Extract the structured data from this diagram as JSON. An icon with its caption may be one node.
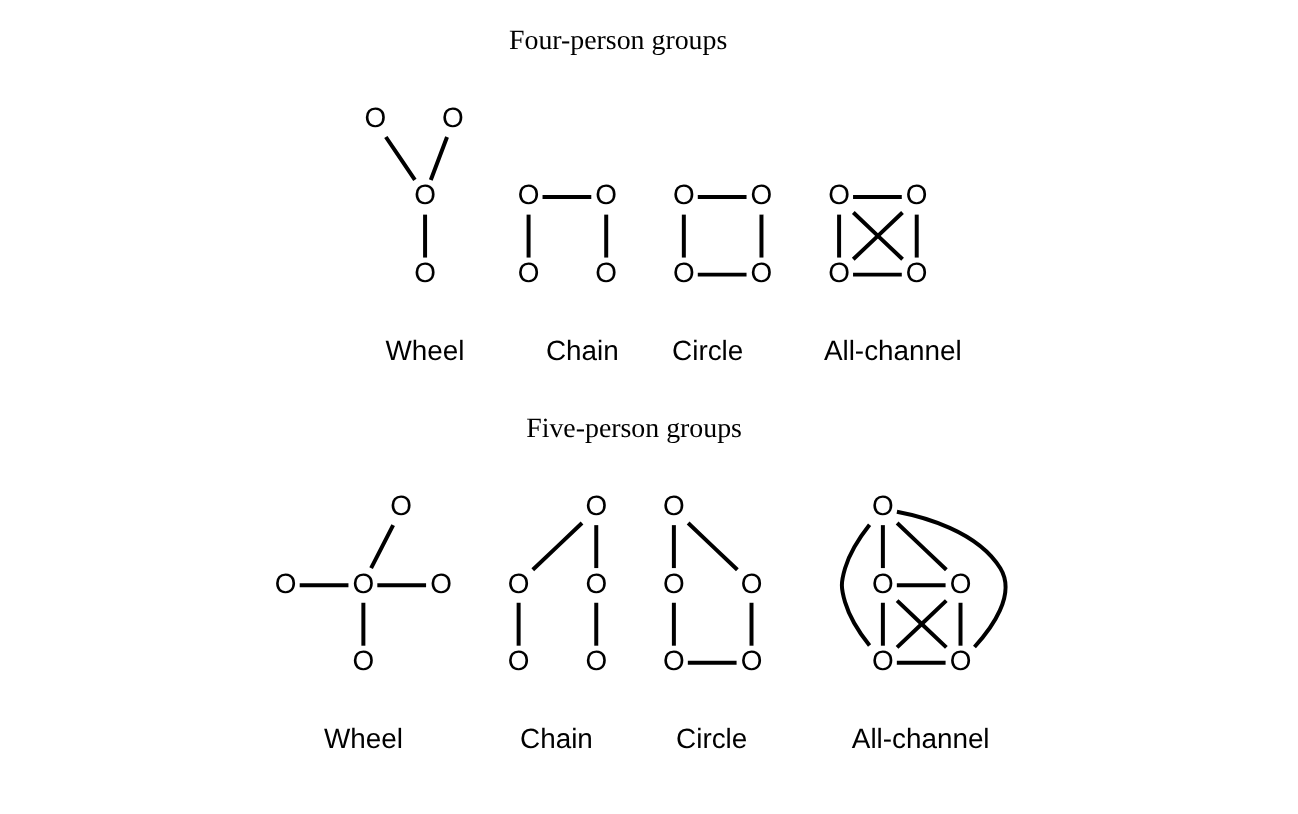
{
  "diagram": {
    "nodes": [
      {
        "text": [
          "O"
        ]
      },
      {
        "text": [
          "O"
        ]
      },
      {
        "text": [
          "O"
        ]
      },
      {
        "text": [
          "O"
        ]
      },
      {
        "text": [
          "O"
        ]
      },
      {
        "text": [
          "O"
        ]
      },
      {
        "text": [
          "O"
        ]
      },
      {
        "text": [
          "O"
        ]
      },
      {
        "text": [
          "O"
        ]
      },
      {
        "text": [
          "O"
        ]
      },
      {
        "text": [
          "O"
        ]
      },
      {
        "text": [
          "O"
        ]
      },
      {
        "text": [
          "O"
        ]
      },
      {
        "text": [
          "O"
        ]
      },
      {
        "text": [
          "O"
        ]
      },
      {
        "text": [
          "O"
        ]
      },
      {
        "text": [
          "O"
        ]
      },
      {
        "text": [
          "O"
        ]
      },
      {
        "text": [
          "O"
        ]
      },
      {
        "text": [
          "O"
        ]
      },
      {
        "text": [
          "O"
        ]
      },
      {
        "text": [
          "O"
        ]
      },
      {
        "text": [
          "O"
        ]
      },
      {
        "text": [
          "O"
        ]
      },
      {
        "text": [
          "O"
        ]
      },
      {
        "text": [
          "O"
        ]
      },
      {
        "text": [
          "O"
        ]
      },
      {
        "text": [
          "O"
        ]
      },
      {
        "text": [
          "O"
        ]
      },
      {
        "text": [
          "O"
        ]
      },
      {
        "text": [
          "O"
        ]
      },
      {
        "text": [
          "O"
        ]
      },
      {
        "text": [
          "O"
        ]
      },
      {
        "text": [
          "O"
        ]
      },
      {
        "text": [
          "O"
        ]
      },
      {
        "text": [
          "O"
        ]
      }
    ],
    "edges": [
      {
        "from": 0,
        "to": 2,
        "arrow": "none"
      },
      {
        "from": 1,
        "to": 2,
        "arrow": "none"
      },
      {
        "from": 2,
        "to": 3,
        "arrow": "none"
      },
      {
        "from": 4,
        "to": 5,
        "arrow": "none"
      },
      {
        "from": 4,
        "to": 6,
        "arrow": "none"
      },
      {
        "from": 5,
        "to": 7,
        "arrow": "none"
      },
      {
        "from": 8,
        "to": 9,
        "arrow": "none"
      },
      {
        "from": 8,
        "to": 10,
        "arrow": "none"
      },
      {
        "from": 9,
        "to": 11,
        "arrow": "none"
      },
      {
        "from": 10,
        "to": 11,
        "arrow": "none"
      },
      {
        "from": 12,
        "to": 13,
        "arrow": "none"
      },
      {
        "from": 12,
        "to": 14,
        "arrow": "none"
      },
      {
        "from": 13,
        "to": 15,
        "arrow": "none"
      },
      {
        "from": 14,
        "to": 15,
        "arrow": "none"
      },
      {
        "from": 12,
        "to": 15,
        "arrow": "none"
      },
      {
        "from": 13,
        "to": 14,
        "arrow": "none"
      },
      {
        "from": 16,
        "to": 18,
        "arrow": "none"
      },
      {
        "from": 17,
        "to": 18,
        "arrow": "none"
      },
      {
        "from": 18,
        "to": 19,
        "arrow": "none"
      },
      {
        "from": 18,
        "to": 20,
        "arrow": "none"
      },
      {
        "from": 21,
        "to": 22,
        "arrow": "none"
      },
      {
        "from": 21,
        "to": 23,
        "arrow": "none"
      },
      {
        "from": 22,
        "to": 24,
        "arrow": "none"
      },
      {
        "from": 23,
        "to": 25,
        "arrow": "none"
      },
      {
        "from": 26,
        "to": 27,
        "arrow": "none"
      },
      {
        "from": 26,
        "to": 28,
        "arrow": "none"
      },
      {
        "from": 27,
        "to": 29,
        "arrow": "none"
      },
      {
        "from": 28,
        "to": 30,
        "arrow": "none"
      },
      {
        "from": 29,
        "to": 30,
        "arrow": "none"
      },
      {
        "from": 31,
        "to": 32,
        "arrow": "none"
      },
      {
        "from": 31,
        "to": 33,
        "arrow": "none"
      },
      {
        "from": 31,
        "to": 34,
        "arrow": "none"
      },
      {
        "from": 31,
        "to": 35,
        "arrow": "none"
      },
      {
        "from": 32,
        "to": 33,
        "arrow": "none"
      },
      {
        "from": 32,
        "to": 34,
        "arrow": "none"
      },
      {
        "from": 32,
        "to": 35,
        "arrow": "none"
      },
      {
        "from": 33,
        "to": 34,
        "arrow": "none"
      },
      {
        "from": 33,
        "to": 35,
        "arrow": "none"
      },
      {
        "from": 34,
        "to": 35,
        "arrow": "none"
      }
    ],
    "labels": [
      "Four-person groups",
      "Wheel",
      "Chain",
      "Circle",
      "All-channel",
      "Five-person groups",
      "Wheel",
      "Chain",
      "Circle",
      "All-channel"
    ]
  }
}
